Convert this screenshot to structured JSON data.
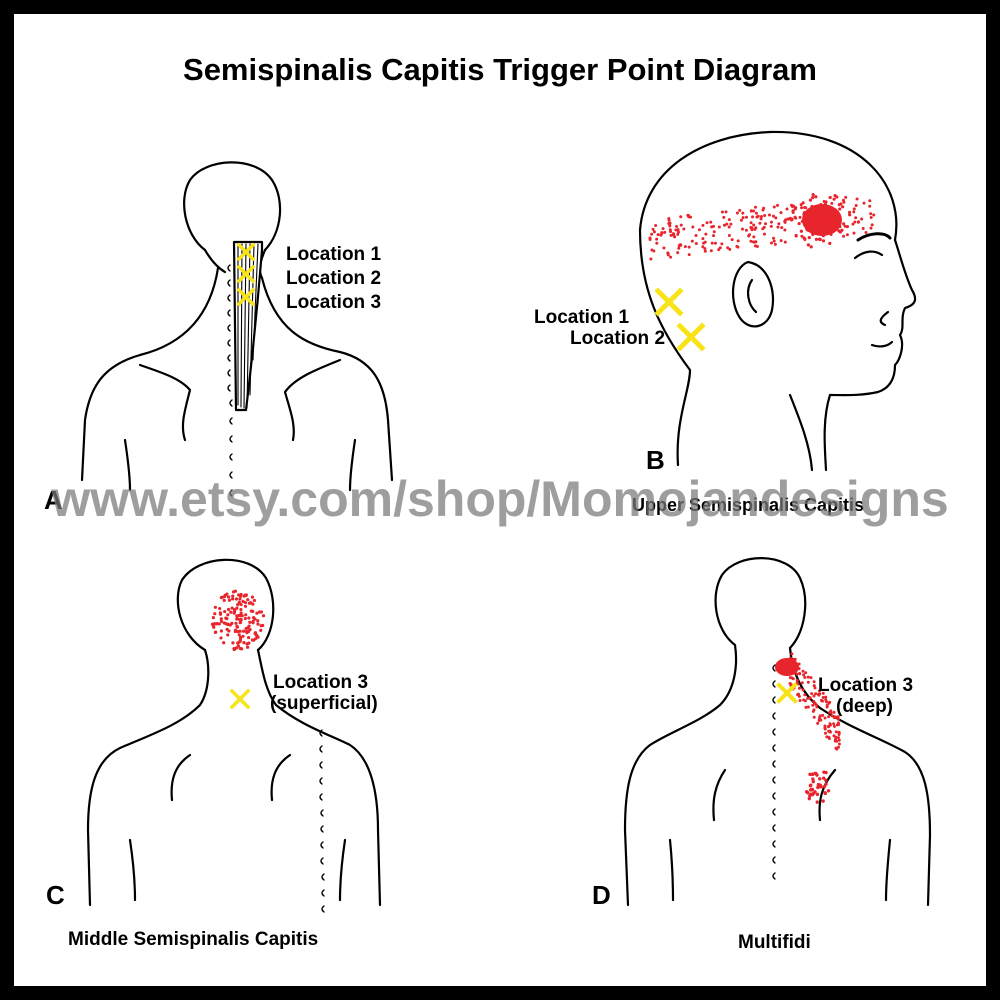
{
  "title": "Semispinalis Capitis Trigger Point Diagram",
  "watermark": "www.etsy.com/shop/Momojandesigns",
  "colors": {
    "pain_dot": "#e8242c",
    "trigger_x": "#f7e318",
    "line": "#000000",
    "frame": "#000000"
  },
  "panels": {
    "a": {
      "letter": "A",
      "labels": [
        "Location 1",
        "Location 2",
        "Location 3"
      ]
    },
    "b": {
      "letter": "B",
      "labels": [
        "Location 1",
        "Location 2"
      ],
      "caption": "Upper Semispinalis Capitis"
    },
    "c": {
      "letter": "C",
      "labels": [
        "Location 3",
        "(superficial)"
      ],
      "caption": "Middle Semispinalis Capitis"
    },
    "d": {
      "letter": "D",
      "labels": [
        "Location 3",
        "(deep)"
      ],
      "caption": "Multifidi"
    }
  }
}
